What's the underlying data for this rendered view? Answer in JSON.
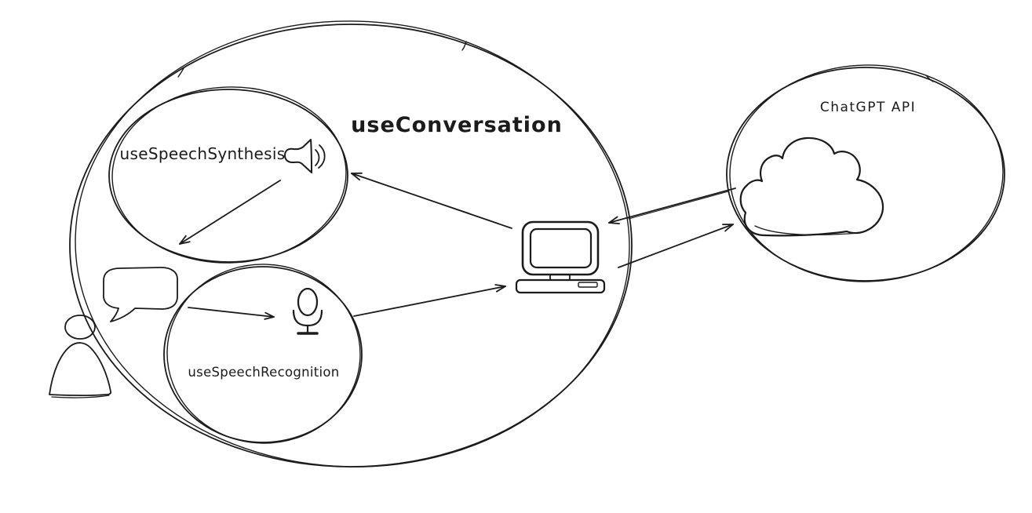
{
  "colors": {
    "background": "#ffffff",
    "ink": "#1b1b1b"
  },
  "diagram": {
    "style": "hand-drawn sketch",
    "nodes": {
      "conversation": {
        "label": "useConversation",
        "shape": "large-ellipse"
      },
      "synthesis": {
        "label": "useSpeechSynthesis",
        "shape": "ellipse",
        "icon": "speaker-icon"
      },
      "recognition": {
        "label": "useSpeechRecognition",
        "shape": "ellipse",
        "icon": "microphone-icon"
      },
      "chatgpt": {
        "label": "ChatGPT API",
        "shape": "ellipse",
        "icon": "cloud-icon"
      },
      "user": {
        "shape": "figure",
        "icon": "person-icon"
      },
      "userSpeech": {
        "shape": "figure",
        "icon": "speech-bubble-icon"
      },
      "computer": {
        "shape": "figure",
        "icon": "computer-icon"
      }
    },
    "arrows": [
      {
        "from": "speaker-icon",
        "to": "user"
      },
      {
        "from": "computer",
        "to": "speaker-icon"
      },
      {
        "from": "speech-bubble-icon",
        "to": "microphone-icon"
      },
      {
        "from": "microphone-icon",
        "to": "computer"
      },
      {
        "from": "cloud-icon",
        "to": "computer"
      },
      {
        "from": "computer",
        "to": "cloud-icon"
      }
    ]
  }
}
